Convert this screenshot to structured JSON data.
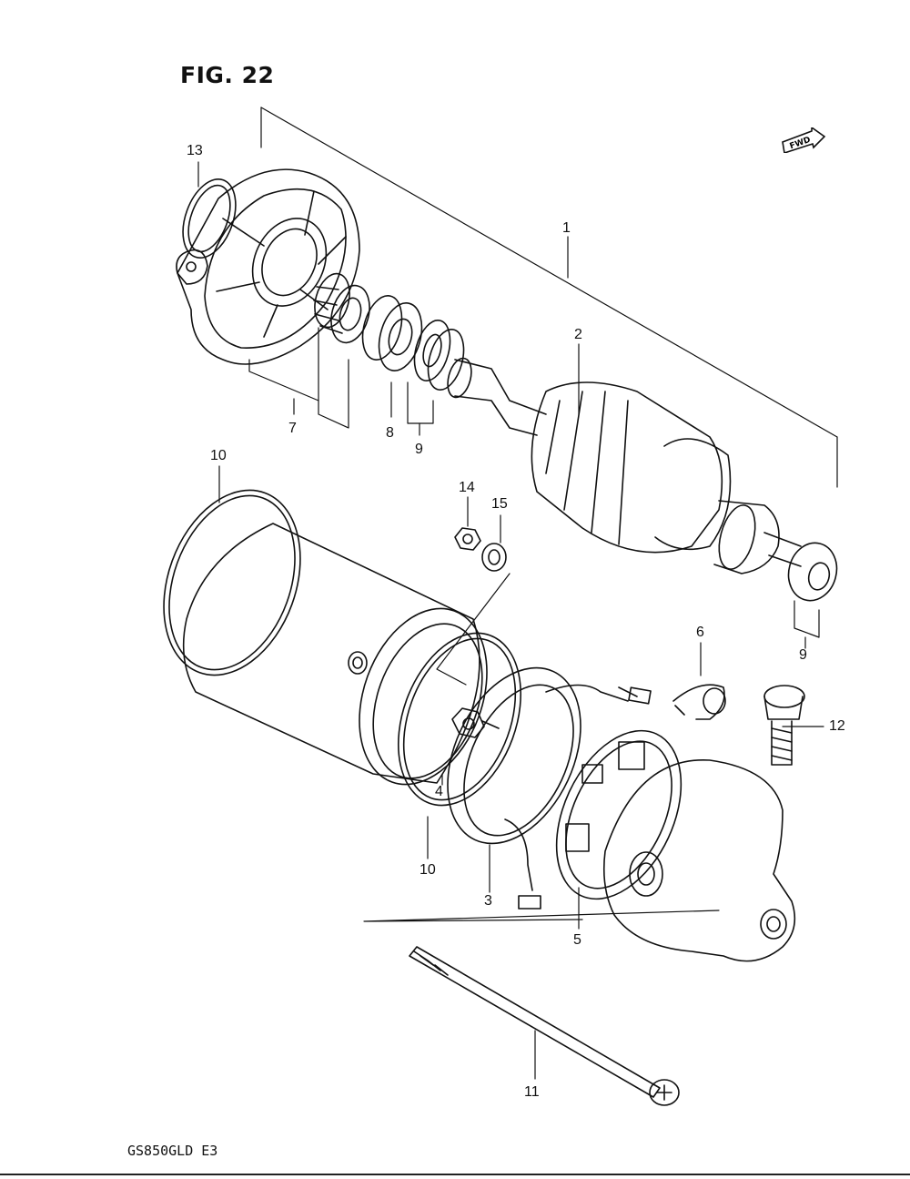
{
  "figure": {
    "title": "FIG. 22",
    "model_code": "GS850GLD  E3",
    "fwd_label": "FWD"
  },
  "callouts": [
    {
      "id": "c1",
      "text": "1"
    },
    {
      "id": "c2",
      "text": "2"
    },
    {
      "id": "c3",
      "text": "3"
    },
    {
      "id": "c4",
      "text": "4"
    },
    {
      "id": "c5",
      "text": "5"
    },
    {
      "id": "c6",
      "text": "6"
    },
    {
      "id": "c7",
      "text": "7"
    },
    {
      "id": "c8",
      "text": "8"
    },
    {
      "id": "c9a",
      "text": "9"
    },
    {
      "id": "c9b",
      "text": "9"
    },
    {
      "id": "c10a",
      "text": "10"
    },
    {
      "id": "c10b",
      "text": "10"
    },
    {
      "id": "c11",
      "text": "11"
    },
    {
      "id": "c12",
      "text": "12"
    },
    {
      "id": "c13",
      "text": "13"
    },
    {
      "id": "c14",
      "text": "14"
    },
    {
      "id": "c15",
      "text": "15"
    }
  ]
}
